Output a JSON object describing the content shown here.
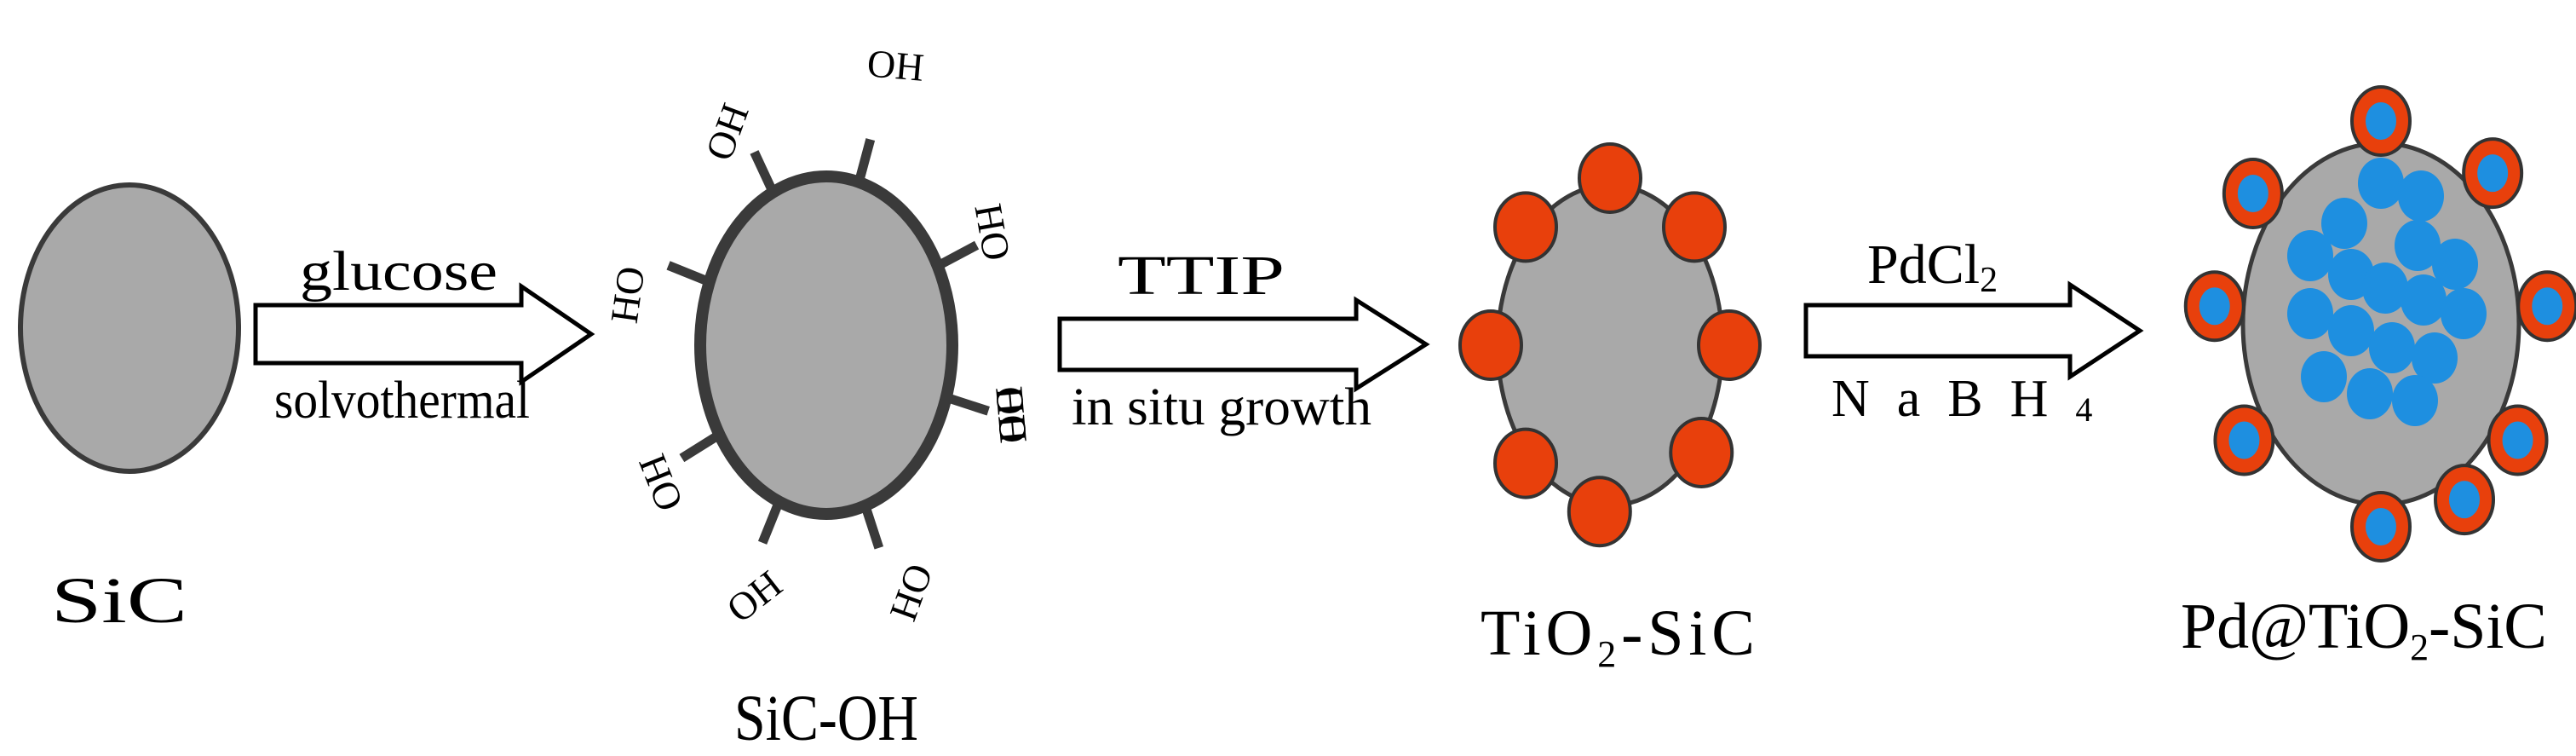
{
  "colors": {
    "core_fill": "#a9a9a9",
    "core_stroke": "#3a3a3a",
    "tio2_fill": "#e8400c",
    "pd_fill": "#1e8fe0",
    "arrow_stroke": "#000000"
  },
  "icons": [
    "sic-particle-icon",
    "hydroxyl-bond-icon",
    "tio2-nanoparticle-icon",
    "pd-nanoparticle-icon",
    "reaction-arrow-icon"
  ],
  "stages": {
    "sic": {
      "label": "SiC"
    },
    "sic_oh": {
      "label": "SiC-OH",
      "group_labels": [
        "OH",
        "OH",
        "HO",
        "HO",
        "HO",
        "HO",
        "OH",
        "HO",
        "OH"
      ]
    },
    "tio2_sic": {
      "label_pre": "TiO",
      "label_sub": "2",
      "label_post": "-SiC"
    },
    "pd_tio2_sic": {
      "label_pre": "Pd@TiO",
      "label_sub": "2",
      "label_post": "-SiC"
    }
  },
  "steps": {
    "step1": {
      "top": "glucose",
      "bottom": "solvothermal"
    },
    "step2": {
      "top": "TTIP",
      "bottom": "in situ growth"
    },
    "step3": {
      "top_pre": "PdCl",
      "top_sub": "2",
      "bottom_pre": "NaBH",
      "bottom_sub": "4"
    }
  }
}
